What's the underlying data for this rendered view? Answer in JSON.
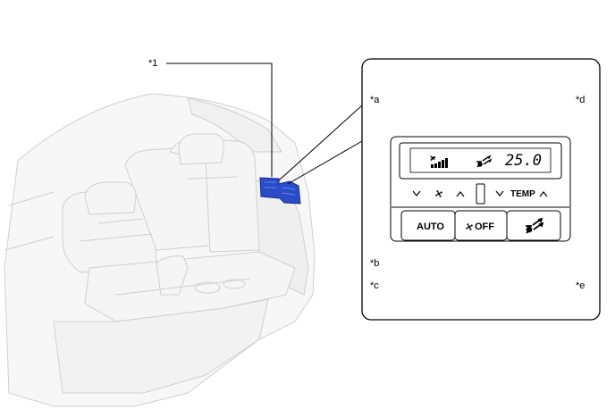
{
  "callouts": {
    "c1": "*1",
    "ca": "*a",
    "cb": "*b",
    "cc": "*c",
    "cd": "*d",
    "ce": "*e"
  },
  "panel": {
    "display_temp": "25.0",
    "temp_label": "TEMP",
    "auto_label": "AUTO",
    "fan_off_label": "OFF"
  },
  "colors": {
    "unit_blue": "#2a4cc9",
    "seat_fill": "#f4f4f4",
    "seat_line": "#d2d2d2"
  },
  "icons": {
    "fan": "fan-icon",
    "airflow": "airflow-mode-icon",
    "fan_level": "fan-level-bars-icon"
  }
}
